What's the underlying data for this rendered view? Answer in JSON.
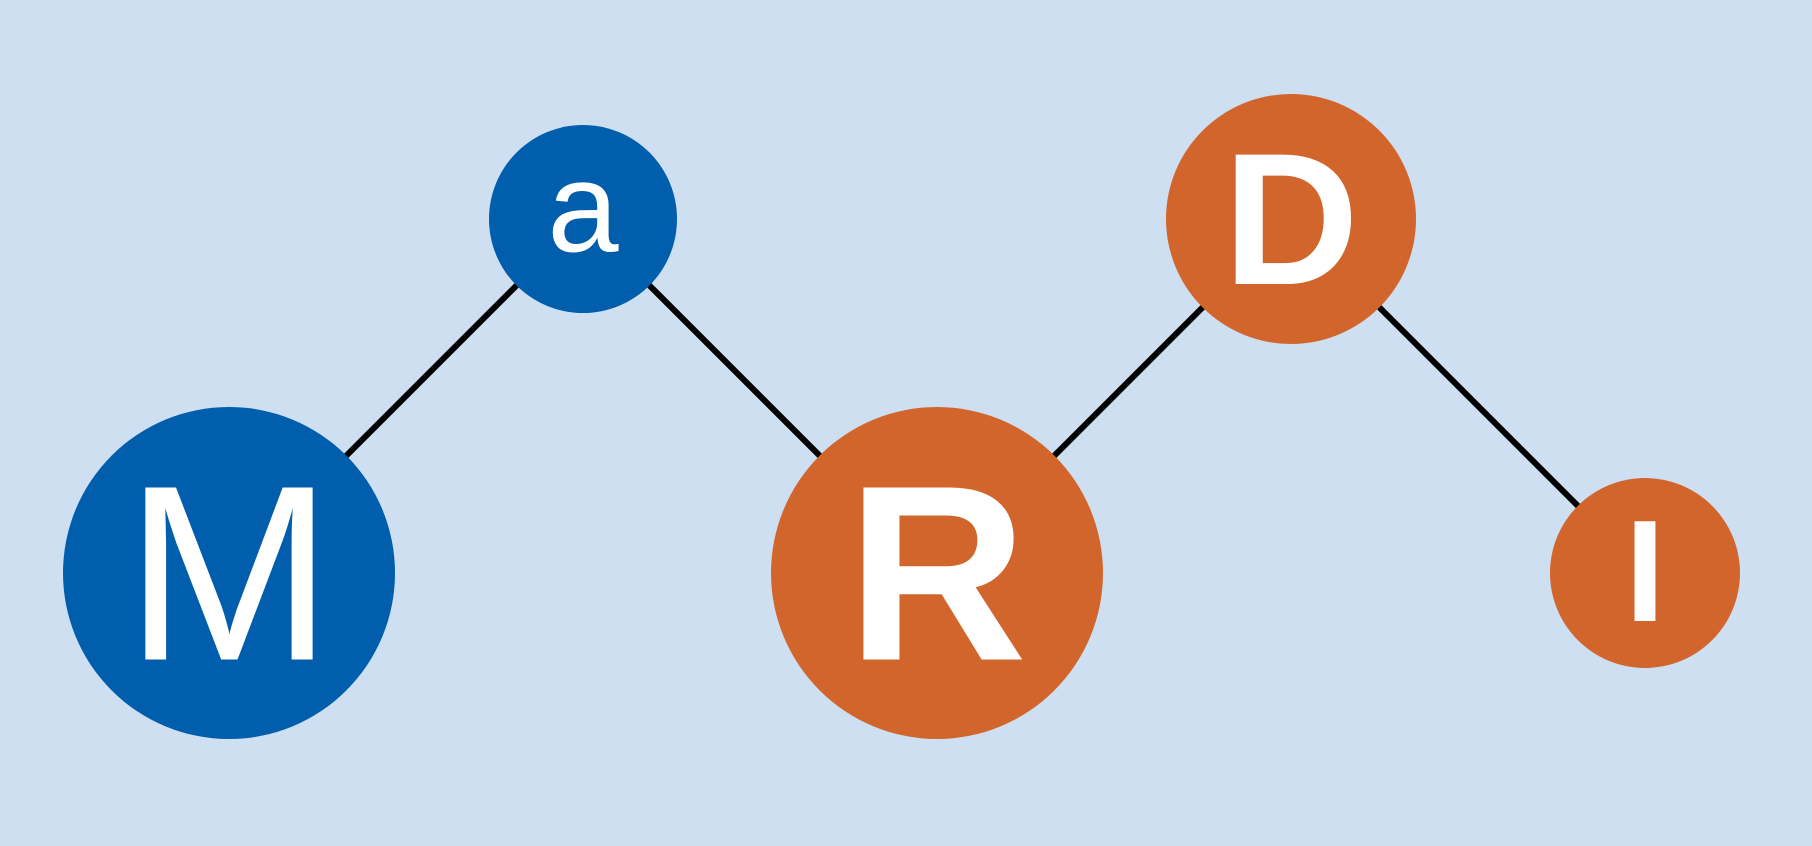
{
  "colors": {
    "background": "#cddff0",
    "blue": "#005eac",
    "orange": "#d2652c",
    "edge": "#000000",
    "letter": "#ffffff"
  },
  "nodes": [
    {
      "id": "m",
      "letter": "M",
      "color": "blue",
      "weight": "normal"
    },
    {
      "id": "a",
      "letter": "a",
      "color": "blue",
      "weight": "normal"
    },
    {
      "id": "r",
      "letter": "R",
      "color": "orange",
      "weight": "bold"
    },
    {
      "id": "d",
      "letter": "D",
      "color": "orange",
      "weight": "bold"
    },
    {
      "id": "i",
      "letter": "I",
      "color": "orange",
      "weight": "bold"
    }
  ],
  "edges": [
    {
      "from": "m",
      "to": "a"
    },
    {
      "from": "a",
      "to": "r"
    },
    {
      "from": "r",
      "to": "d"
    },
    {
      "from": "d",
      "to": "i"
    }
  ]
}
